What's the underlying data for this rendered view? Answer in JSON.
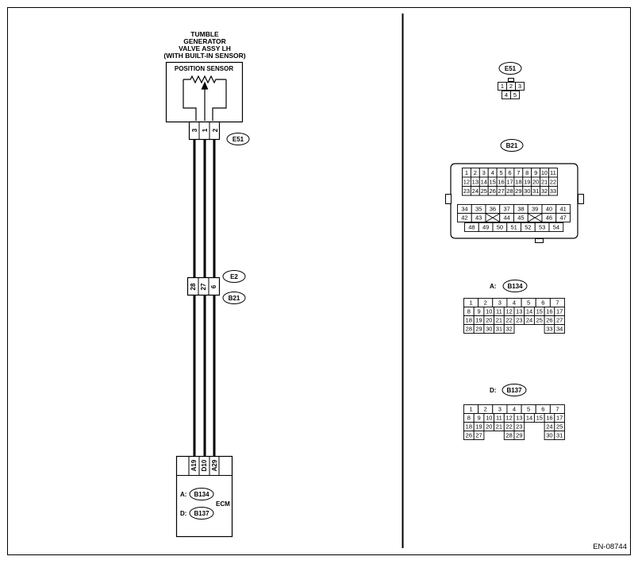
{
  "component": {
    "title_lines": [
      "TUMBLE",
      "GENERATOR",
      "VALVE ASSY LH",
      "(WITH BUILT-IN SENSOR)"
    ],
    "sensor_label": "POSITION SENSOR",
    "pins": [
      "3",
      "1",
      "2"
    ]
  },
  "connectors": {
    "e51": "E51",
    "e2": "E2",
    "b21": "B21",
    "b134": "B134",
    "b137": "B137"
  },
  "joint_pins": [
    "28",
    "27",
    "6"
  ],
  "ecm": {
    "pins": [
      "A19",
      "D10",
      "A29"
    ],
    "label": "ECM",
    "rows": [
      {
        "prefix": "A:",
        "code": "B134"
      },
      {
        "prefix": "D:",
        "code": "B137"
      }
    ]
  },
  "faces": {
    "e51": {
      "label": "E51",
      "rows": [
        [
          "1",
          "2",
          "3"
        ],
        [
          "4",
          "5"
        ]
      ]
    },
    "b21": {
      "label": "B21",
      "top_rows": [
        [
          "1",
          "2",
          "3",
          "4",
          "5",
          "6",
          "7",
          "8",
          "9",
          "10",
          "11"
        ],
        [
          "12",
          "13",
          "14",
          "15",
          "16",
          "17",
          "18",
          "19",
          "20",
          "21",
          "22"
        ],
        [
          "23",
          "24",
          "25",
          "26",
          "27",
          "28",
          "29",
          "30",
          "31",
          "32",
          "33"
        ]
      ],
      "bottom_row1": [
        "34",
        "35",
        "36",
        "37",
        "38",
        "39",
        "40",
        "41"
      ],
      "bottom_row2": [
        "42",
        "43",
        "",
        "44",
        "45",
        "",
        "46",
        "47"
      ],
      "bottom_row3": [
        "48",
        "49",
        "50",
        "51",
        "52",
        "53",
        "54"
      ]
    },
    "b134": {
      "prefix": "A:",
      "label": "B134",
      "row1": [
        "1",
        "2",
        "3",
        "4",
        "5",
        "6",
        "7"
      ],
      "rows": [
        [
          "8",
          "9",
          "10",
          "11",
          "12",
          "13",
          "14",
          "15",
          "16",
          "17"
        ],
        [
          "18",
          "19",
          "20",
          "21",
          "22",
          "23",
          "24",
          "25",
          "26",
          "27"
        ],
        [
          "28",
          "29",
          "30",
          "31",
          "32",
          "",
          "",
          "",
          "33",
          "34"
        ]
      ]
    },
    "b137": {
      "prefix": "D:",
      "label": "B137",
      "row1": [
        "1",
        "2",
        "3",
        "4",
        "5",
        "6",
        "7"
      ],
      "rows": [
        [
          "8",
          "9",
          "10",
          "11",
          "12",
          "13",
          "14",
          "15",
          "16",
          "17"
        ],
        [
          "18",
          "19",
          "20",
          "21",
          "22",
          "23",
          "",
          "",
          "24",
          "25"
        ],
        [
          "26",
          "27",
          "",
          "",
          "28",
          "29",
          "",
          "",
          "30",
          "31"
        ]
      ]
    }
  },
  "code": "EN-08744"
}
